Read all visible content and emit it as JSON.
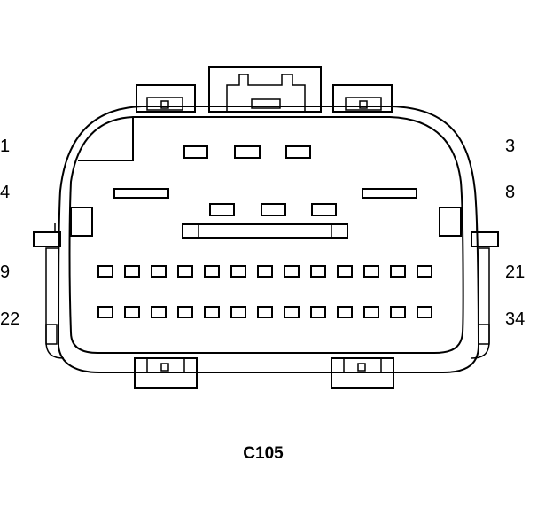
{
  "connector": {
    "id": "C105",
    "pin_labels": {
      "top_left": "1",
      "top_right": "3",
      "row2_left": "4",
      "row2_right": "8",
      "row3_left": "9",
      "row3_right": "21",
      "row4_left": "22",
      "row4_right": "34"
    }
  },
  "colors": {
    "line": "#000000",
    "background": "#ffffff"
  }
}
